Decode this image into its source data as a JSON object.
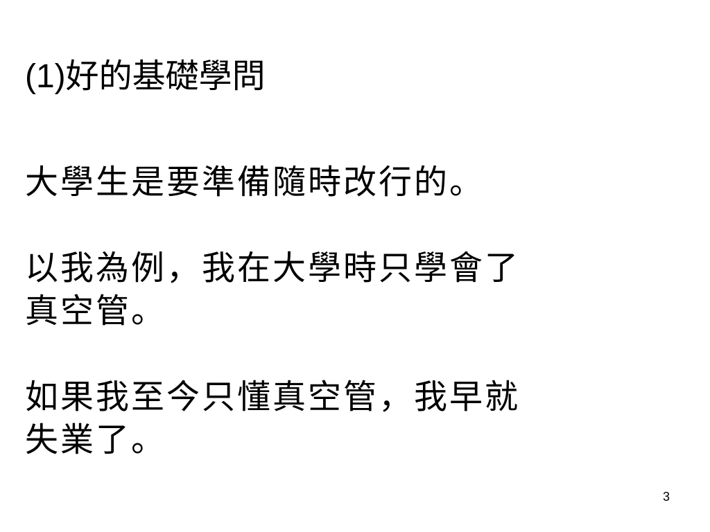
{
  "slide": {
    "title": "(1)好的基礎學問",
    "paragraphs": [
      "大學生是要準備隨時改行的。",
      "以我為例，我在大學時只學會了\n真空管。",
      "如果我至今只懂真空管，我早就\n失業了。"
    ],
    "page_number": "3"
  }
}
